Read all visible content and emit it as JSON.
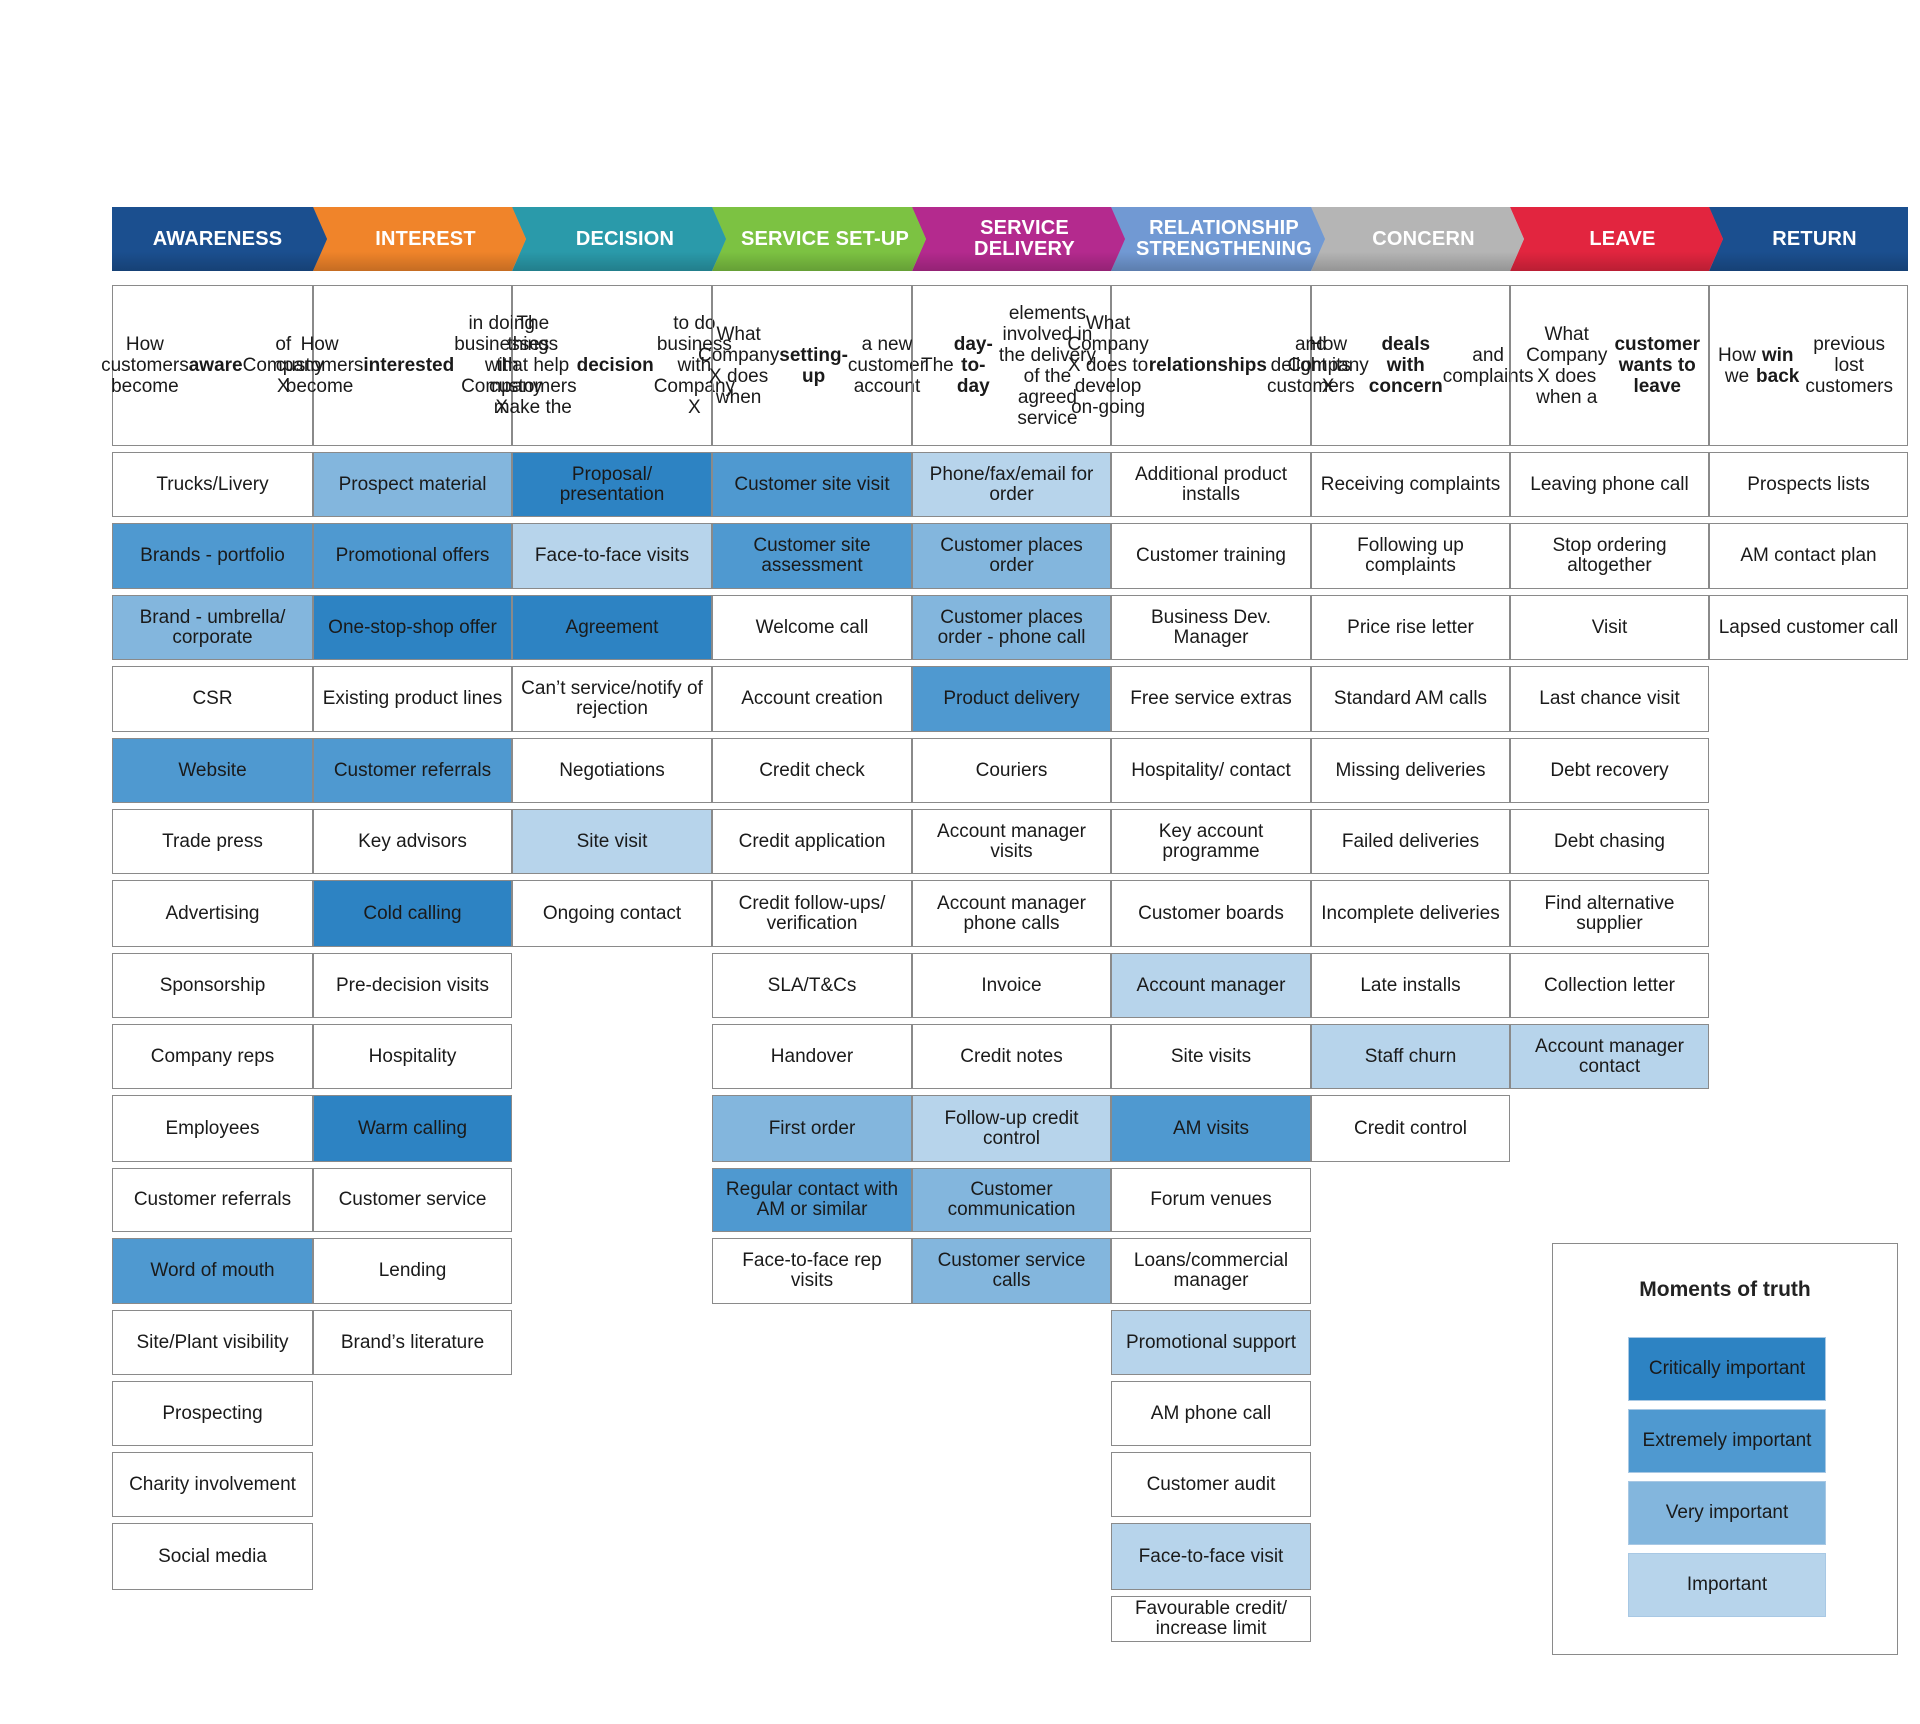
{
  "stages": [
    {
      "label": "AWARENESS",
      "color": "#1b4f8f"
    },
    {
      "label": "INTEREST",
      "color": "#f0842a"
    },
    {
      "label": "DECISION",
      "color": "#2a9aaa"
    },
    {
      "label": "SERVICE SET-UP",
      "color": "#7cc242"
    },
    {
      "label": "SERVICE DELIVERY",
      "color": "#b42a8e"
    },
    {
      "label": "RELATIONSHIP STRENGTHENING",
      "color": "#7199d3"
    },
    {
      "label": "CONCERN",
      "color": "#b5b5b5"
    },
    {
      "label": "LEAVE",
      "color": "#e2253f"
    },
    {
      "label": "RETURN",
      "color": "#1b4f8f"
    }
  ],
  "descriptions": [
    "How customers become <b>aware</b> of Company X",
    "How customers become <b>interested</b> in doing businesses with Company X",
    "The things that help customers make the <b>decision</b> to do business with Company X",
    "What Company X does when <b>setting-up</b> a new customer account",
    "The <b>day-to-day</b> elements involved in the delivery of the agreed service",
    "What Company X does to develop on-going <b>relationships</b> and delight its customers",
    "How Company X <b>deals with concern</b> and complaints",
    "What Company X does when a <b>customer wants to leave</b>",
    "How we <b>win back</b> previous lost customers"
  ],
  "columns": [
    [
      {
        "text": "Trucks/Livery",
        "level": "none"
      },
      {
        "text": "Brands - portfolio",
        "level": "extreme"
      },
      {
        "text": "Brand - umbrella/ corporate",
        "level": "very"
      },
      {
        "text": "CSR",
        "level": "none"
      },
      {
        "text": "Website",
        "level": "extreme"
      },
      {
        "text": "Trade press",
        "level": "none"
      },
      {
        "text": "Advertising",
        "level": "none"
      },
      {
        "text": "Sponsorship",
        "level": "none"
      },
      {
        "text": "Company reps",
        "level": "none"
      },
      {
        "text": "Employees",
        "level": "none"
      },
      {
        "text": "Customer referrals",
        "level": "none"
      },
      {
        "text": "Word of mouth",
        "level": "extreme"
      },
      {
        "text": "Site/Plant visibility",
        "level": "none"
      },
      {
        "text": "Prospecting",
        "level": "none"
      },
      {
        "text": "Charity involvement",
        "level": "none"
      },
      {
        "text": "Social media",
        "level": "none"
      }
    ],
    [
      {
        "text": "Prospect material",
        "level": "very"
      },
      {
        "text": "Promotional offers",
        "level": "extreme"
      },
      {
        "text": "One-stop-shop offer",
        "level": "critical"
      },
      {
        "text": "Existing product lines",
        "level": "none"
      },
      {
        "text": "Customer referrals",
        "level": "extreme"
      },
      {
        "text": "Key advisors",
        "level": "none"
      },
      {
        "text": "Cold calling",
        "level": "critical"
      },
      {
        "text": "Pre-decision visits",
        "level": "none"
      },
      {
        "text": "Hospitality",
        "level": "none"
      },
      {
        "text": "Warm calling",
        "level": "critical"
      },
      {
        "text": "Customer service",
        "level": "none"
      },
      {
        "text": "Lending",
        "level": "none"
      },
      {
        "text": "Brand’s literature",
        "level": "none"
      }
    ],
    [
      {
        "text": "Proposal/ presentation",
        "level": "critical"
      },
      {
        "text": "Face-to-face visits",
        "level": "important"
      },
      {
        "text": "Agreement",
        "level": "critical"
      },
      {
        "text": "Can’t service/notify of rejection",
        "level": "none"
      },
      {
        "text": "Negotiations",
        "level": "none"
      },
      {
        "text": "Site visit",
        "level": "important"
      },
      {
        "text": "Ongoing contact",
        "level": "none"
      }
    ],
    [
      {
        "text": "Customer site visit",
        "level": "extreme"
      },
      {
        "text": "Customer site assessment",
        "level": "extreme"
      },
      {
        "text": "Welcome call",
        "level": "none"
      },
      {
        "text": "Account creation",
        "level": "none"
      },
      {
        "text": "Credit check",
        "level": "none"
      },
      {
        "text": "Credit application",
        "level": "none"
      },
      {
        "text": "Credit follow-ups/ verification",
        "level": "none"
      },
      {
        "text": "SLA/T&Cs",
        "level": "none"
      },
      {
        "text": "Handover",
        "level": "none"
      },
      {
        "text": "First order",
        "level": "very"
      },
      {
        "text": "Regular contact with AM or similar",
        "level": "extreme"
      },
      {
        "text": "Face-to-face rep visits",
        "level": "none"
      }
    ],
    [
      {
        "text": "Phone/fax/email for order",
        "level": "important"
      },
      {
        "text": "Customer places order",
        "level": "very"
      },
      {
        "text": "Customer places order - phone call",
        "level": "very"
      },
      {
        "text": "Product delivery",
        "level": "extreme"
      },
      {
        "text": "Couriers",
        "level": "none"
      },
      {
        "text": "Account manager visits",
        "level": "none"
      },
      {
        "text": "Account manager phone calls",
        "level": "none"
      },
      {
        "text": "Invoice",
        "level": "none"
      },
      {
        "text": "Credit notes",
        "level": "none"
      },
      {
        "text": "Follow-up credit control",
        "level": "important"
      },
      {
        "text": "Customer communication",
        "level": "very"
      },
      {
        "text": "Customer service calls",
        "level": "very"
      }
    ],
    [
      {
        "text": "Additional product installs",
        "level": "none"
      },
      {
        "text": "Customer training",
        "level": "none"
      },
      {
        "text": "Business Dev. Manager",
        "level": "none"
      },
      {
        "text": "Free service extras",
        "level": "none"
      },
      {
        "text": "Hospitality/ contact",
        "level": "none"
      },
      {
        "text": "Key account programme",
        "level": "none"
      },
      {
        "text": "Customer boards",
        "level": "none"
      },
      {
        "text": "Account manager",
        "level": "important"
      },
      {
        "text": "Site visits",
        "level": "none"
      },
      {
        "text": "AM visits",
        "level": "extreme"
      },
      {
        "text": "Forum venues",
        "level": "none"
      },
      {
        "text": "Loans/commercial manager",
        "level": "none"
      },
      {
        "text": "Promotional support",
        "level": "important"
      },
      {
        "text": "AM phone call",
        "level": "none"
      },
      {
        "text": "Customer audit",
        "level": "none"
      },
      {
        "text": "Face-to-face visit",
        "level": "important"
      },
      {
        "text": "Favourable credit/ increase limit",
        "level": "none"
      }
    ],
    [
      {
        "text": "Receiving complaints",
        "level": "none"
      },
      {
        "text": "Following up complaints",
        "level": "none"
      },
      {
        "text": "Price rise letter",
        "level": "none"
      },
      {
        "text": "Standard AM calls",
        "level": "none"
      },
      {
        "text": "Missing deliveries",
        "level": "none"
      },
      {
        "text": "Failed deliveries",
        "level": "none"
      },
      {
        "text": "Incomplete deliveries",
        "level": "none"
      },
      {
        "text": "Late installs",
        "level": "none"
      },
      {
        "text": "Staff churn",
        "level": "important"
      },
      {
        "text": "Credit control",
        "level": "none"
      }
    ],
    [
      {
        "text": "Leaving phone call",
        "level": "none"
      },
      {
        "text": "Stop ordering altogether",
        "level": "none"
      },
      {
        "text": "Visit",
        "level": "none"
      },
      {
        "text": "Last chance visit",
        "level": "none"
      },
      {
        "text": "Debt recovery",
        "level": "none"
      },
      {
        "text": "Debt chasing",
        "level": "none"
      },
      {
        "text": "Find alternative supplier",
        "level": "none"
      },
      {
        "text": "Collection letter",
        "level": "none"
      },
      {
        "text": "Account manager contact",
        "level": "important"
      }
    ],
    [
      {
        "text": "Prospects lists",
        "level": "none"
      },
      {
        "text": "AM contact plan",
        "level": "none"
      },
      {
        "text": "Lapsed customer call",
        "level": "none"
      }
    ]
  ],
  "legend": {
    "title": "Moments of truth",
    "items": [
      {
        "label": "Critically important",
        "level": "critical"
      },
      {
        "label": "Extremely important",
        "level": "extreme"
      },
      {
        "label": "Very important",
        "level": "very"
      },
      {
        "label": "Important",
        "level": "important"
      }
    ]
  },
  "level_colors": {
    "critical": "#2d83c3",
    "extreme": "#4f99d0",
    "very": "#83b6dd",
    "important": "#b7d4eb",
    "none": "#ffffff"
  }
}
